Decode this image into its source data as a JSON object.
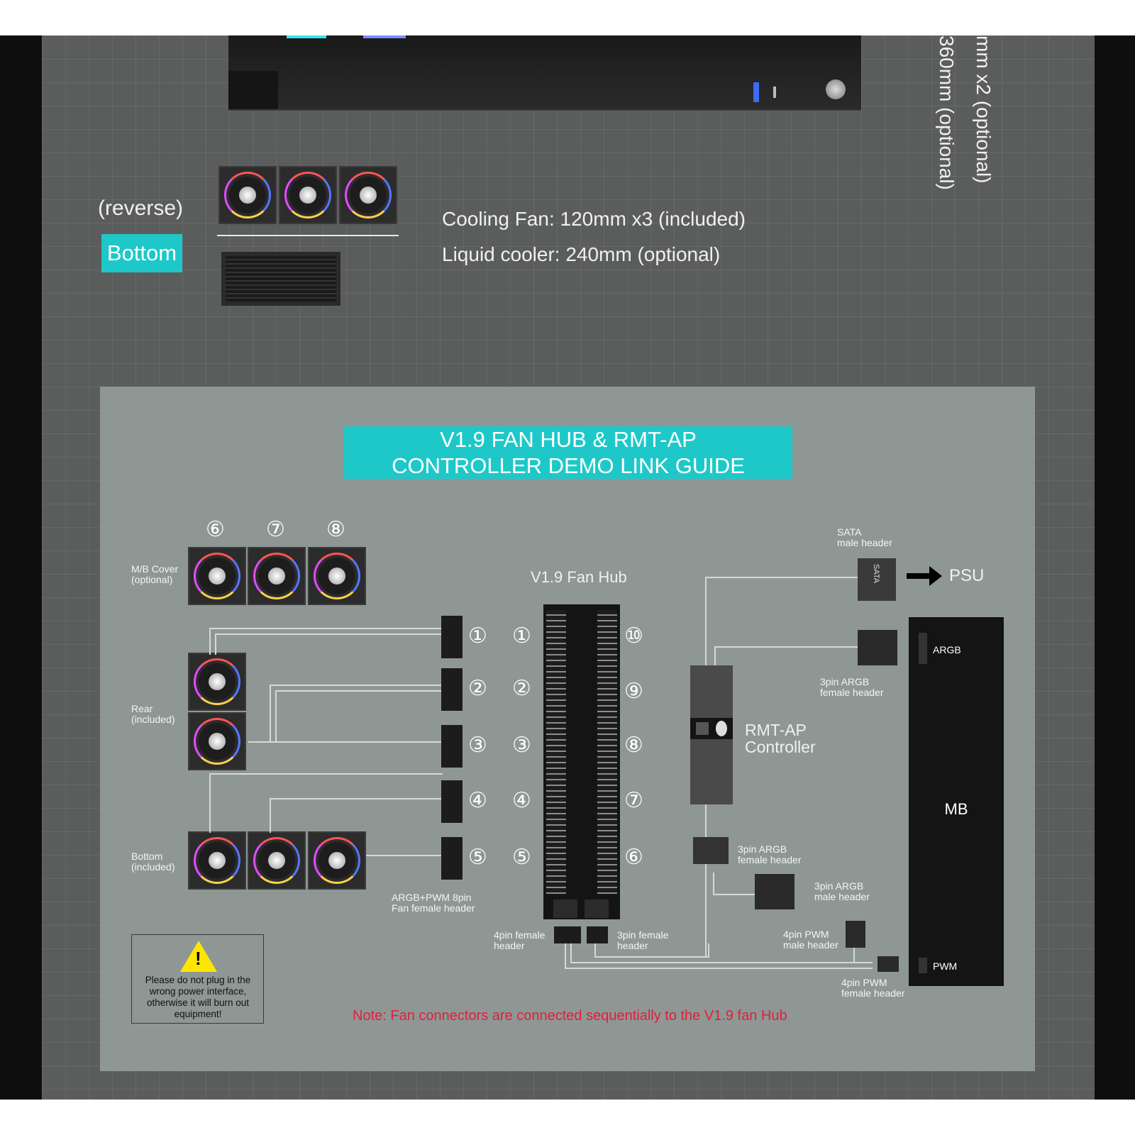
{
  "top_section": {
    "vertical_text_1": "mm x2 (optional)",
    "vertical_text_2": "360mm (optional)",
    "reverse_label": "(reverse)",
    "bottom_tag": "Bottom",
    "cooling_fan_spec": "Cooling Fan: 120mm x3 (included)",
    "liquid_cooler_spec": "Liquid cooler: 240mm (optional)"
  },
  "guide": {
    "title_line1": "V1.9 FAN HUB & RMT-AP",
    "title_line2": "CONTROLLER DEMO LINK GUIDE",
    "fan_numbers_top": [
      "⑥",
      "⑦",
      "⑧"
    ],
    "mb_cover_label_1": "M/B Cover",
    "mb_cover_label_2": "(optional)",
    "rear_label_1": "Rear",
    "rear_label_2": "(included)",
    "bottom_label_1": "Bottom",
    "bottom_label_2": "(included)",
    "connector_numbers": [
      "①",
      "②",
      "③",
      "④",
      "⑤"
    ],
    "hub_title": "V1.9 Fan Hub",
    "hub_left_numbers": [
      "①",
      "②",
      "③",
      "④",
      "⑤"
    ],
    "hub_right_numbers": [
      "⑩",
      "⑨",
      "⑧",
      "⑦",
      "⑥"
    ],
    "argb_pwm_label_1": "ARGB+PWM 8pin",
    "argb_pwm_label_2": "Fan female header",
    "hub_4pin_1": "4pin female",
    "hub_4pin_2": "header",
    "hub_3pin_1": "3pin female",
    "hub_3pin_2": "header",
    "sata_label_1": "SATA",
    "sata_label_2": "male header",
    "sata_connector": "SATA",
    "psu_label": "PSU",
    "argb_3pin_female_top_1": "3pin ARGB",
    "argb_3pin_female_top_2": "female header",
    "controller_label_1": "RMT-AP",
    "controller_label_2": "Controller",
    "mb_argb": "ARGB",
    "mb_label": "MB",
    "mb_pwm": "PWM",
    "argb_3pin_female_bottom_1": "3pin ARGB",
    "argb_3pin_female_bottom_2": "female header",
    "argb_3pin_male_1": "3pin ARGB",
    "argb_3pin_male_2": "male header",
    "pwm_4pin_male_1": "4pin PWM",
    "pwm_4pin_male_2": "male header",
    "pwm_4pin_female_1": "4pin PWM",
    "pwm_4pin_female_2": "female header",
    "warning_text": "Please do not plug in the wrong power interface, otherwise it will burn out equipment!",
    "note": "Note: Fan connectors are connected sequentially to the V1.9 fan Hub"
  },
  "colors": {
    "accent_teal": "#1ec8c8",
    "note_red": "#e0203a",
    "warning_yellow": "#ffe600"
  }
}
